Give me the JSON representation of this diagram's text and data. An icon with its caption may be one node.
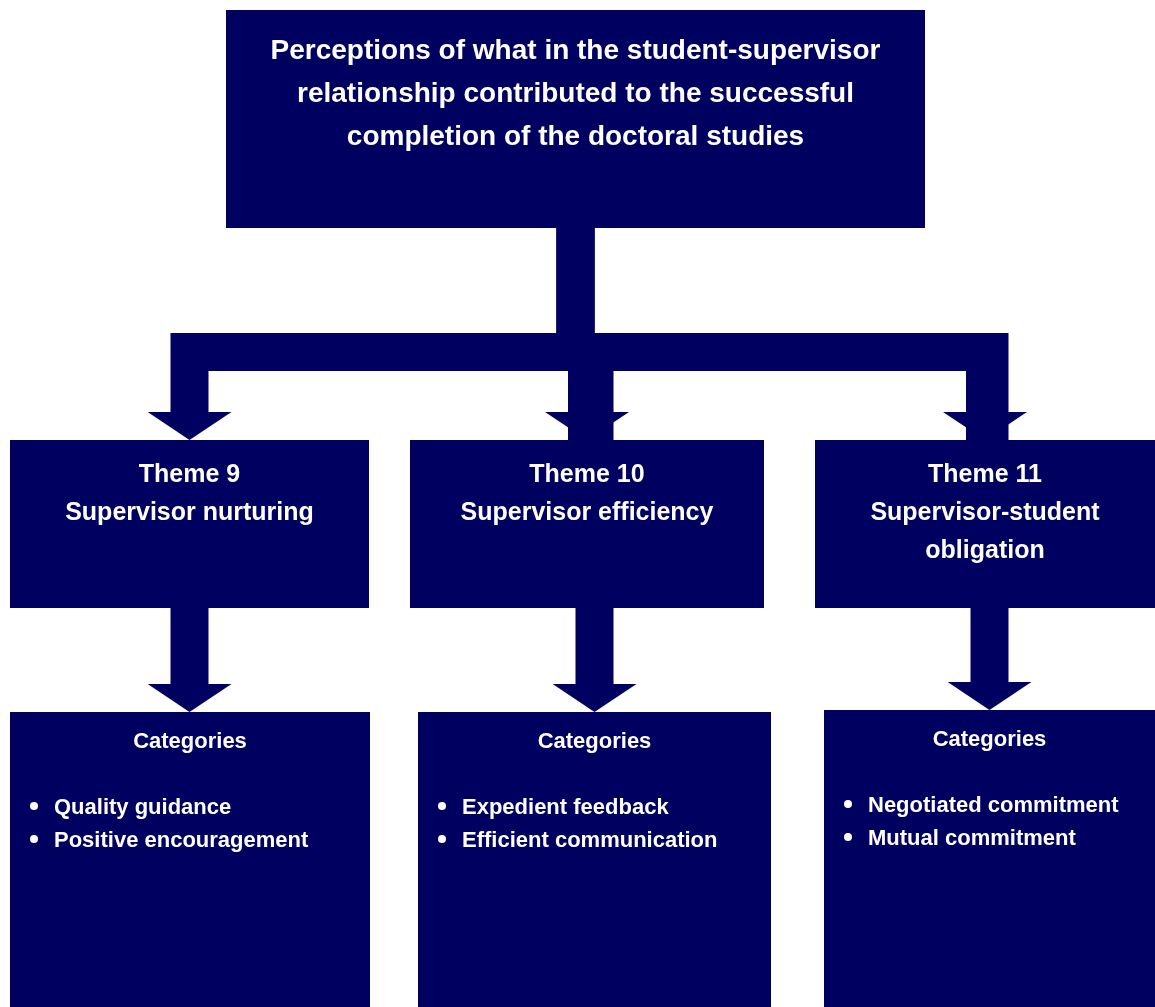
{
  "diagram": {
    "nodes": [
      {
        "text": [
          "Perceptions of what in the student-supervisor relationship contributed to the successful completion of the doctoral studies"
        ]
      },
      {
        "text": [
          "Theme 9",
          "Supervisor nurturing"
        ]
      },
      {
        "text": [
          "Theme 10",
          "Supervisor efficiency"
        ]
      },
      {
        "text": [
          "Theme 11",
          "Supervisor-student obligation"
        ]
      },
      {
        "text": [
          "Categories",
          "Quality guidance",
          "Positive encouragement"
        ]
      },
      {
        "text": [
          "Categories",
          "Expedient feedback",
          "Efficient communication"
        ]
      },
      {
        "text": [
          "Categories",
          "Negotiated commitment",
          "Mutual commitment"
        ]
      }
    ],
    "edges": [
      {
        "from": 0,
        "to": 1,
        "arrow": "to"
      },
      {
        "from": 0,
        "to": 2,
        "arrow": "to"
      },
      {
        "from": 0,
        "to": 3,
        "arrow": "to"
      },
      {
        "from": 1,
        "to": 4,
        "arrow": "to"
      },
      {
        "from": 2,
        "to": 5,
        "arrow": "to"
      },
      {
        "from": 3,
        "to": 6,
        "arrow": "to"
      }
    ]
  }
}
